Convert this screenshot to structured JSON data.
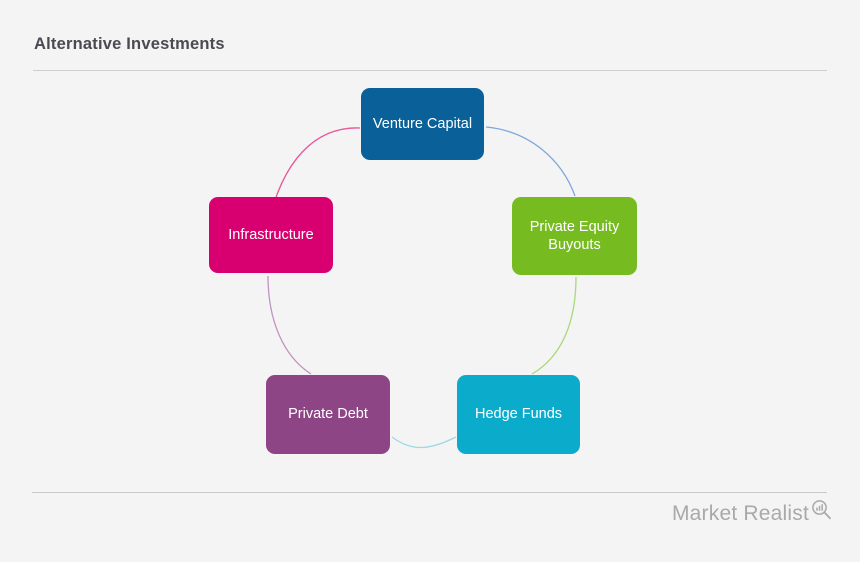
{
  "header": {
    "title": "Alternative Investments"
  },
  "diagram": {
    "type": "cycle",
    "nodes": [
      {
        "id": "venture-capital",
        "label": "Venture Capital",
        "color": "#0A6098",
        "position": "top"
      },
      {
        "id": "private-equity-buyouts",
        "label": "Private Equity Buyouts",
        "color": "#76BC21",
        "position": "upper-right"
      },
      {
        "id": "hedge-funds",
        "label": "Hedge Funds",
        "color": "#0BACCB",
        "position": "lower-right"
      },
      {
        "id": "private-debt",
        "label": "Private Debt",
        "color": "#8E4585",
        "position": "lower-left"
      },
      {
        "id": "infrastructure",
        "label": "Infrastructure",
        "color": "#D80070",
        "position": "upper-left"
      }
    ],
    "connectors": [
      {
        "id": "infrastructure-to-venture-capital",
        "color": "#E7579A"
      },
      {
        "id": "venture-capital-to-private-equity",
        "color": "#7FA8D8"
      },
      {
        "id": "private-equity-to-hedge-funds",
        "color": "#A8D97A"
      },
      {
        "id": "hedge-funds-to-private-debt",
        "color": "#9ED8E2"
      },
      {
        "id": "private-debt-to-infrastructure",
        "color": "#C492C0"
      }
    ]
  },
  "footer": {
    "brand_name": "Market Realist",
    "brand_icon": "magnifying-glass-bar-chart-icon"
  },
  "theme": {
    "background": "#f4f4f4",
    "title_color": "#4a4a52",
    "rule_color": "#cfcfcf",
    "brand_color": "#a9a9a9",
    "node_text_color": "#ffffff"
  }
}
